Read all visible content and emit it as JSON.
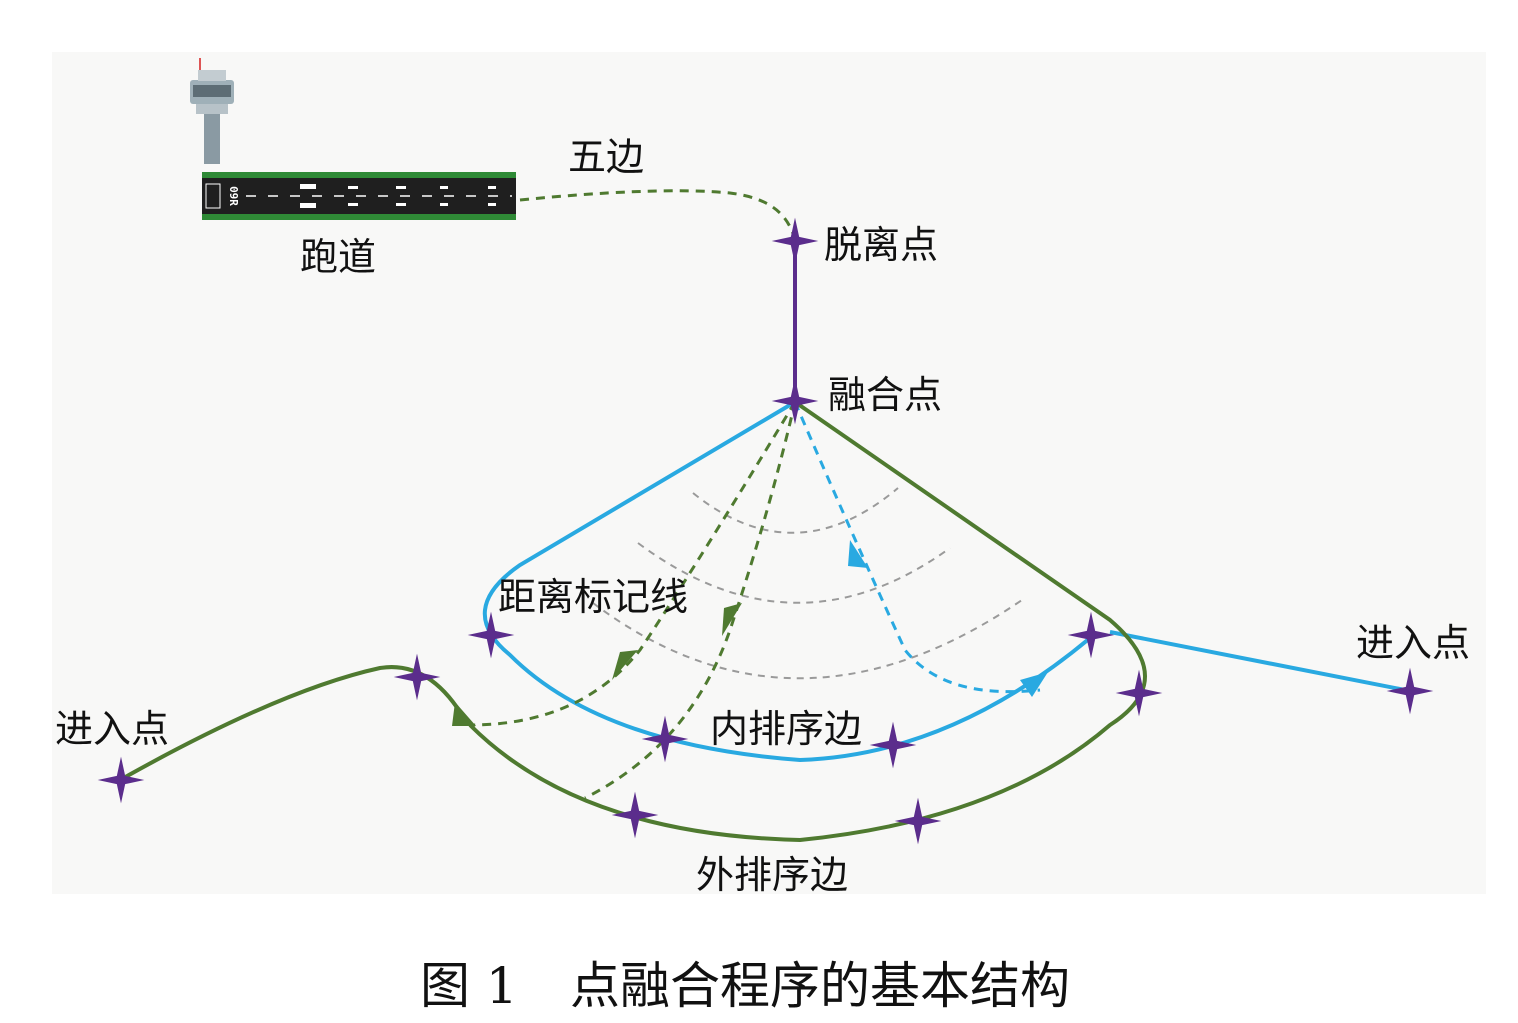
{
  "colors": {
    "panel": "#f8f8f7",
    "blue": "#29a9e1",
    "green": "#4f7a30",
    "purple": "#5b2d8c",
    "gray_arc": "#9a9a9a",
    "runway": "#1f1f1f",
    "runway_edge": "#2f8a36",
    "tower": "#8a9aa3"
  },
  "labels": {
    "leg_five": "五边",
    "runway": "跑道",
    "exit_point": "脱离点",
    "merge_point": "融合点",
    "distance_marks": "距离标记线",
    "entry_point_right": "进入点",
    "entry_point_left": "进入点",
    "inner_leg": "内排序边",
    "outer_leg": "外排序边",
    "runway_marking": "09R"
  },
  "caption": {
    "figure_no": "图 1",
    "title": "点融合程序的基本结构"
  },
  "icons": {
    "waypoint": "four-point-star-icon",
    "tower": "control-tower-icon",
    "runway": "runway-icon",
    "arrow": "arrowhead-icon"
  }
}
